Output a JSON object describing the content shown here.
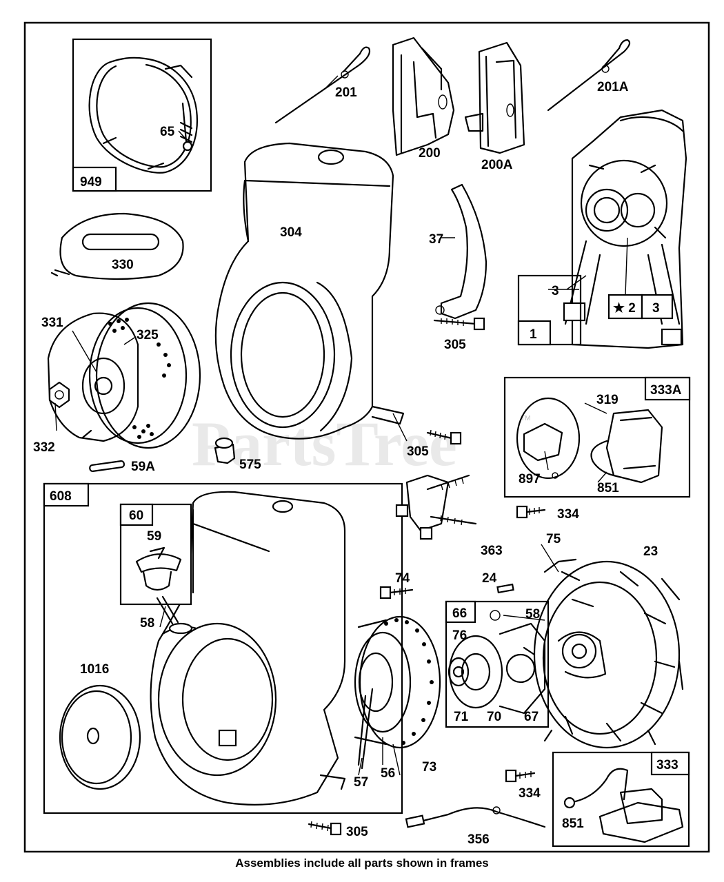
{
  "caption": "Assemblies include all parts shown in frames",
  "watermark": "PartsTree",
  "trademark": "TM",
  "callouts": {
    "p949": "949",
    "p65": "65",
    "p201": "201",
    "p200": "200",
    "p200A": "200A",
    "p201A": "201A",
    "p304": "304",
    "p37": "37",
    "p3a": "3",
    "p2": "★ 2",
    "p3b": "3",
    "p1": "1",
    "p330": "330",
    "p331": "331",
    "p325": "325",
    "p332": "332",
    "p305a": "305",
    "p305b": "305",
    "p575": "575",
    "p59A": "59A",
    "p319": "319",
    "p333A": "333A",
    "p897": "897",
    "p851a": "851",
    "p608": "608",
    "p60": "60",
    "p59": "59",
    "p58a": "58",
    "p334a": "334",
    "p363": "363",
    "p75": "75",
    "p23": "23",
    "p74": "74",
    "p24": "24",
    "p66": "66",
    "p58b": "58",
    "p76": "76",
    "p71": "71",
    "p70": "70",
    "p67": "67",
    "p1016": "1016",
    "p57": "57",
    "p56": "56",
    "p73": "73",
    "p334b": "334",
    "p333": "333",
    "p851b": "851",
    "p305c": "305",
    "p356": "356"
  }
}
